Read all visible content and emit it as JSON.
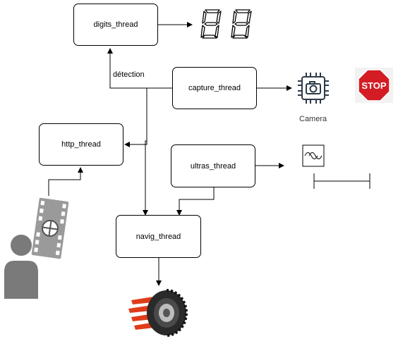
{
  "nodes": {
    "digits": "digits_thread",
    "capture": "capture_thread",
    "http": "http_thread",
    "ultras": "ultras_thread",
    "navig": "navig_thread"
  },
  "edge_labels": {
    "detection": "détection"
  },
  "captions": {
    "camera": "Camera"
  },
  "stop_sign": "STOP",
  "icons": [
    "seven-segment-display-icon",
    "camera-chip-icon",
    "stop-sign-icon",
    "oscillator-icon",
    "scope-bar-icon",
    "user-icon",
    "film-icon",
    "wheel-motion-icon"
  ]
}
